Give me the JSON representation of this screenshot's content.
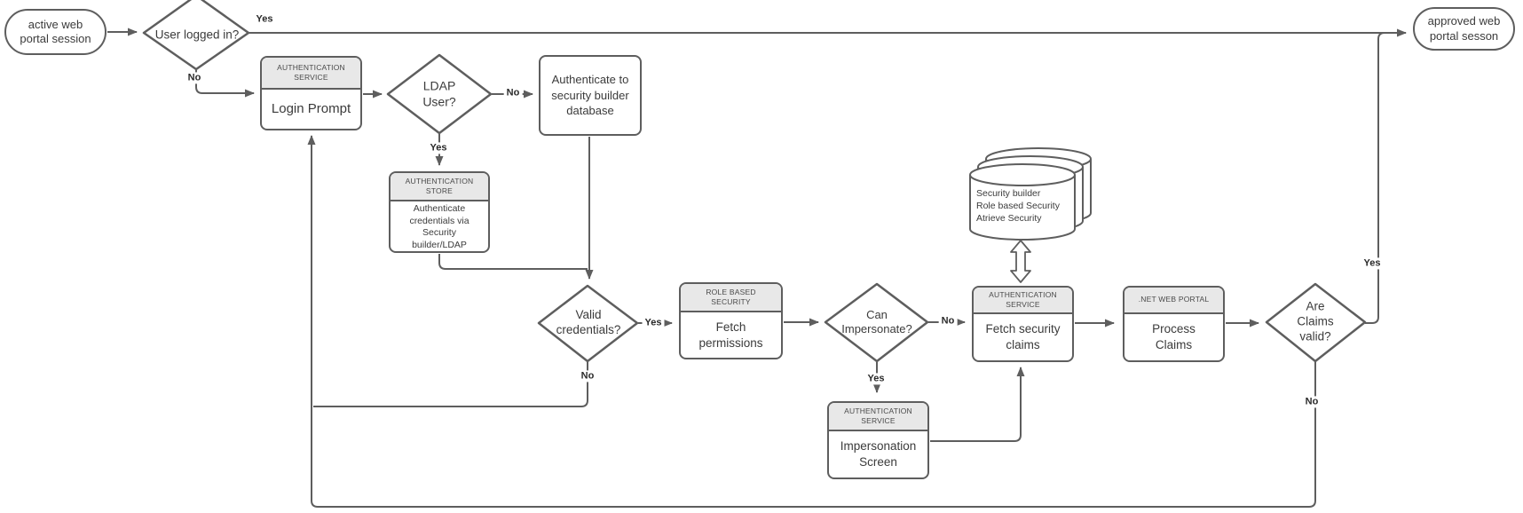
{
  "diagram": {
    "nodes": {
      "start": {
        "label": "active web portal session"
      },
      "user_logged_in": {
        "label": "User logged in?"
      },
      "login_prompt": {
        "header": "AUTHENTICATION SERVICE",
        "label": "Login Prompt"
      },
      "ldap_user": {
        "label": "LDAP User?"
      },
      "auth_db": {
        "label": "Authenticate to security builder database"
      },
      "auth_store": {
        "header": "AUTHENTICATION STORE",
        "label": "Authenticate credentials via Security builder/LDAP"
      },
      "valid_credentials": {
        "label": "Valid credentials?"
      },
      "fetch_permissions": {
        "header": "ROLE BASED SECURITY",
        "label": "Fetch permissions"
      },
      "can_impersonate": {
        "label": "Can Impersonate?"
      },
      "fetch_claims": {
        "header": "AUTHENTICATION SERVICE",
        "label": "Fetch security claims"
      },
      "impersonation": {
        "header": "AUTHENTICATION SERVICE",
        "label": "Impersonation Screen"
      },
      "process_claims": {
        "header": ".NET WEB PORTAL",
        "label": "Process Claims"
      },
      "claims_valid": {
        "label": "Are Claims valid?"
      },
      "end": {
        "label": "approved web portal sesson"
      },
      "security_db": {
        "label": "Security builder\nRole based Security\nAtrieve Security"
      }
    },
    "edge_labels": {
      "logged_in_yes": "Yes",
      "logged_in_no": "No",
      "ldap_no": "No",
      "ldap_yes": "Yes",
      "valid_yes": "Yes",
      "valid_no": "No",
      "impersonate_no": "No",
      "impersonate_yes": "Yes",
      "claims_yes": "Yes",
      "claims_no": "No"
    },
    "colors": {
      "border": "#5e5e5e",
      "line": "#5e5e5e",
      "header_fill": "#e8e8e8",
      "body_fill": "#ffffff",
      "text": "#3b3b3b"
    }
  }
}
